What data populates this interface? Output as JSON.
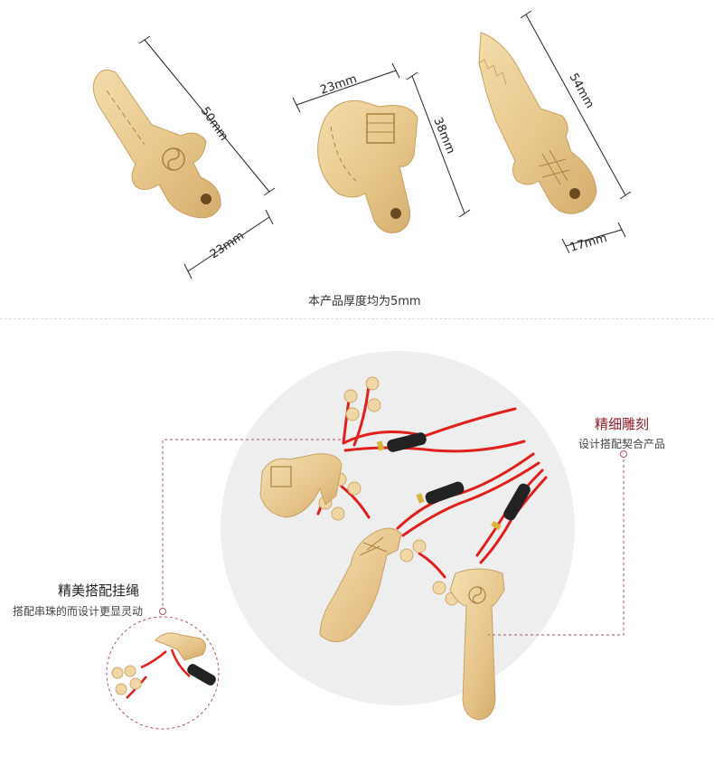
{
  "dimensions": {
    "sword_height": "50mm",
    "sword_width": "23mm",
    "axe_width": "23mm",
    "axe_height": "38mm",
    "saber_height": "54mm",
    "saber_width": "17mm"
  },
  "thickness_note": "本产品厚度均为5mm",
  "callouts": {
    "carving": {
      "title": "精细雕刻",
      "subtitle": "设计搭配契合产品"
    },
    "cord": {
      "title": "精美搭配挂绳",
      "subtitle": "搭配串珠的而设计更显灵动"
    }
  },
  "colors": {
    "wood": "#e8c98e",
    "wood_dark": "#c9a062",
    "cord_red": "#e0201c",
    "accent": "#8a1c2a",
    "dashed": "#b05060"
  }
}
